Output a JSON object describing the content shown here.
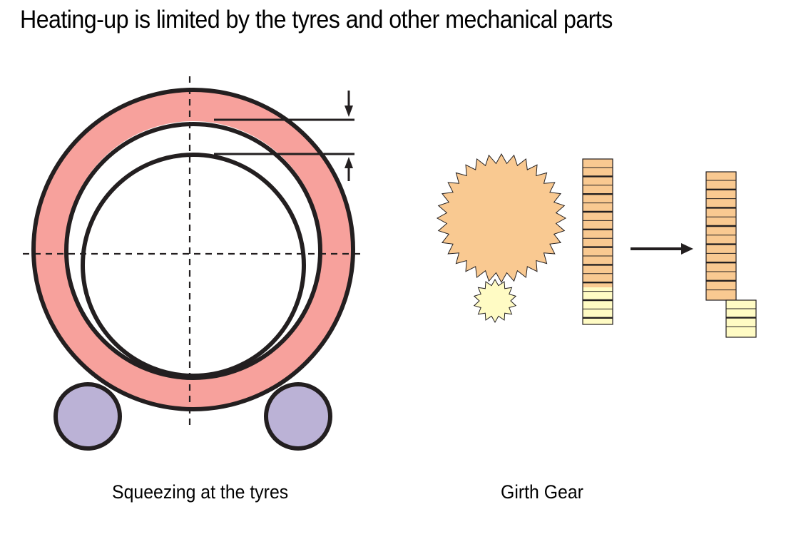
{
  "title": "Heating-up is limited by the tyres and other mechanical parts",
  "captions": {
    "left": "Squeezing at the tyres",
    "right": "Girth Gear"
  },
  "colors": {
    "tyre": "#f7a19c",
    "roller": "#bbb2d6",
    "gear": "#f9c991",
    "pinion": "#fffbc4",
    "outline": "#231f20",
    "text": "#000000"
  },
  "icons": [
    "down-arrow-icon",
    "up-arrow-icon",
    "right-arrow-icon"
  ]
}
